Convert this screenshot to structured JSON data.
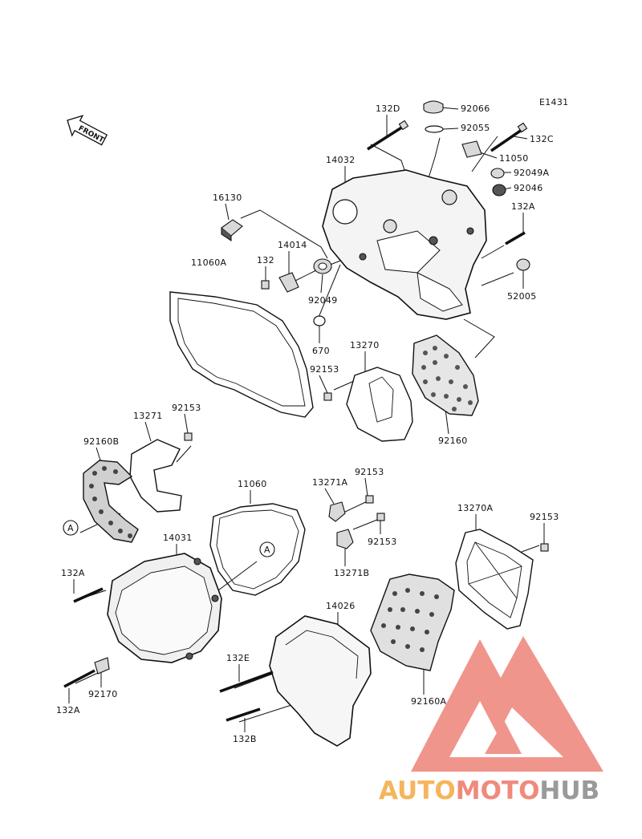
{
  "diagram_code": "E1431",
  "front_label": "FRONT",
  "callout_a": "A",
  "watermark": {
    "part1": "AUTO",
    "part2": "MOTO",
    "part3": "HUB",
    "color1": "#f5b55a",
    "color2": "#ef8a7c",
    "color3": "#9a9a9a",
    "logo_color": "#ef8a80"
  },
  "labels": {
    "p132D": "132D",
    "p92066": "92066",
    "p92055": "92055",
    "p132C": "132C",
    "p11050": "11050",
    "p14032": "14032",
    "p92049A": "92049A",
    "p92046": "92046",
    "p16130": "16130",
    "p132A_top": "132A",
    "p14014": "14014",
    "p11060A": "11060A",
    "p132": "132",
    "p92049": "92049",
    "p52005": "52005",
    "p670": "670",
    "p13270": "13270",
    "p92153_a": "92153",
    "p92160": "92160",
    "p13271": "13271",
    "p92153_b": "92153",
    "p92160B": "92160B",
    "p11060": "11060",
    "p13271A": "13271A",
    "p92153_c": "92153",
    "p13270A": "13270A",
    "p92153_d": "92153",
    "p92153_e": "92153",
    "p14031": "14031",
    "p13271B": "13271B",
    "p132A_left": "132A",
    "p14026": "14026",
    "p132E": "132E",
    "p92170": "92170",
    "p92160A": "92160A",
    "p132A_bottom": "132A",
    "p132B": "132B"
  }
}
